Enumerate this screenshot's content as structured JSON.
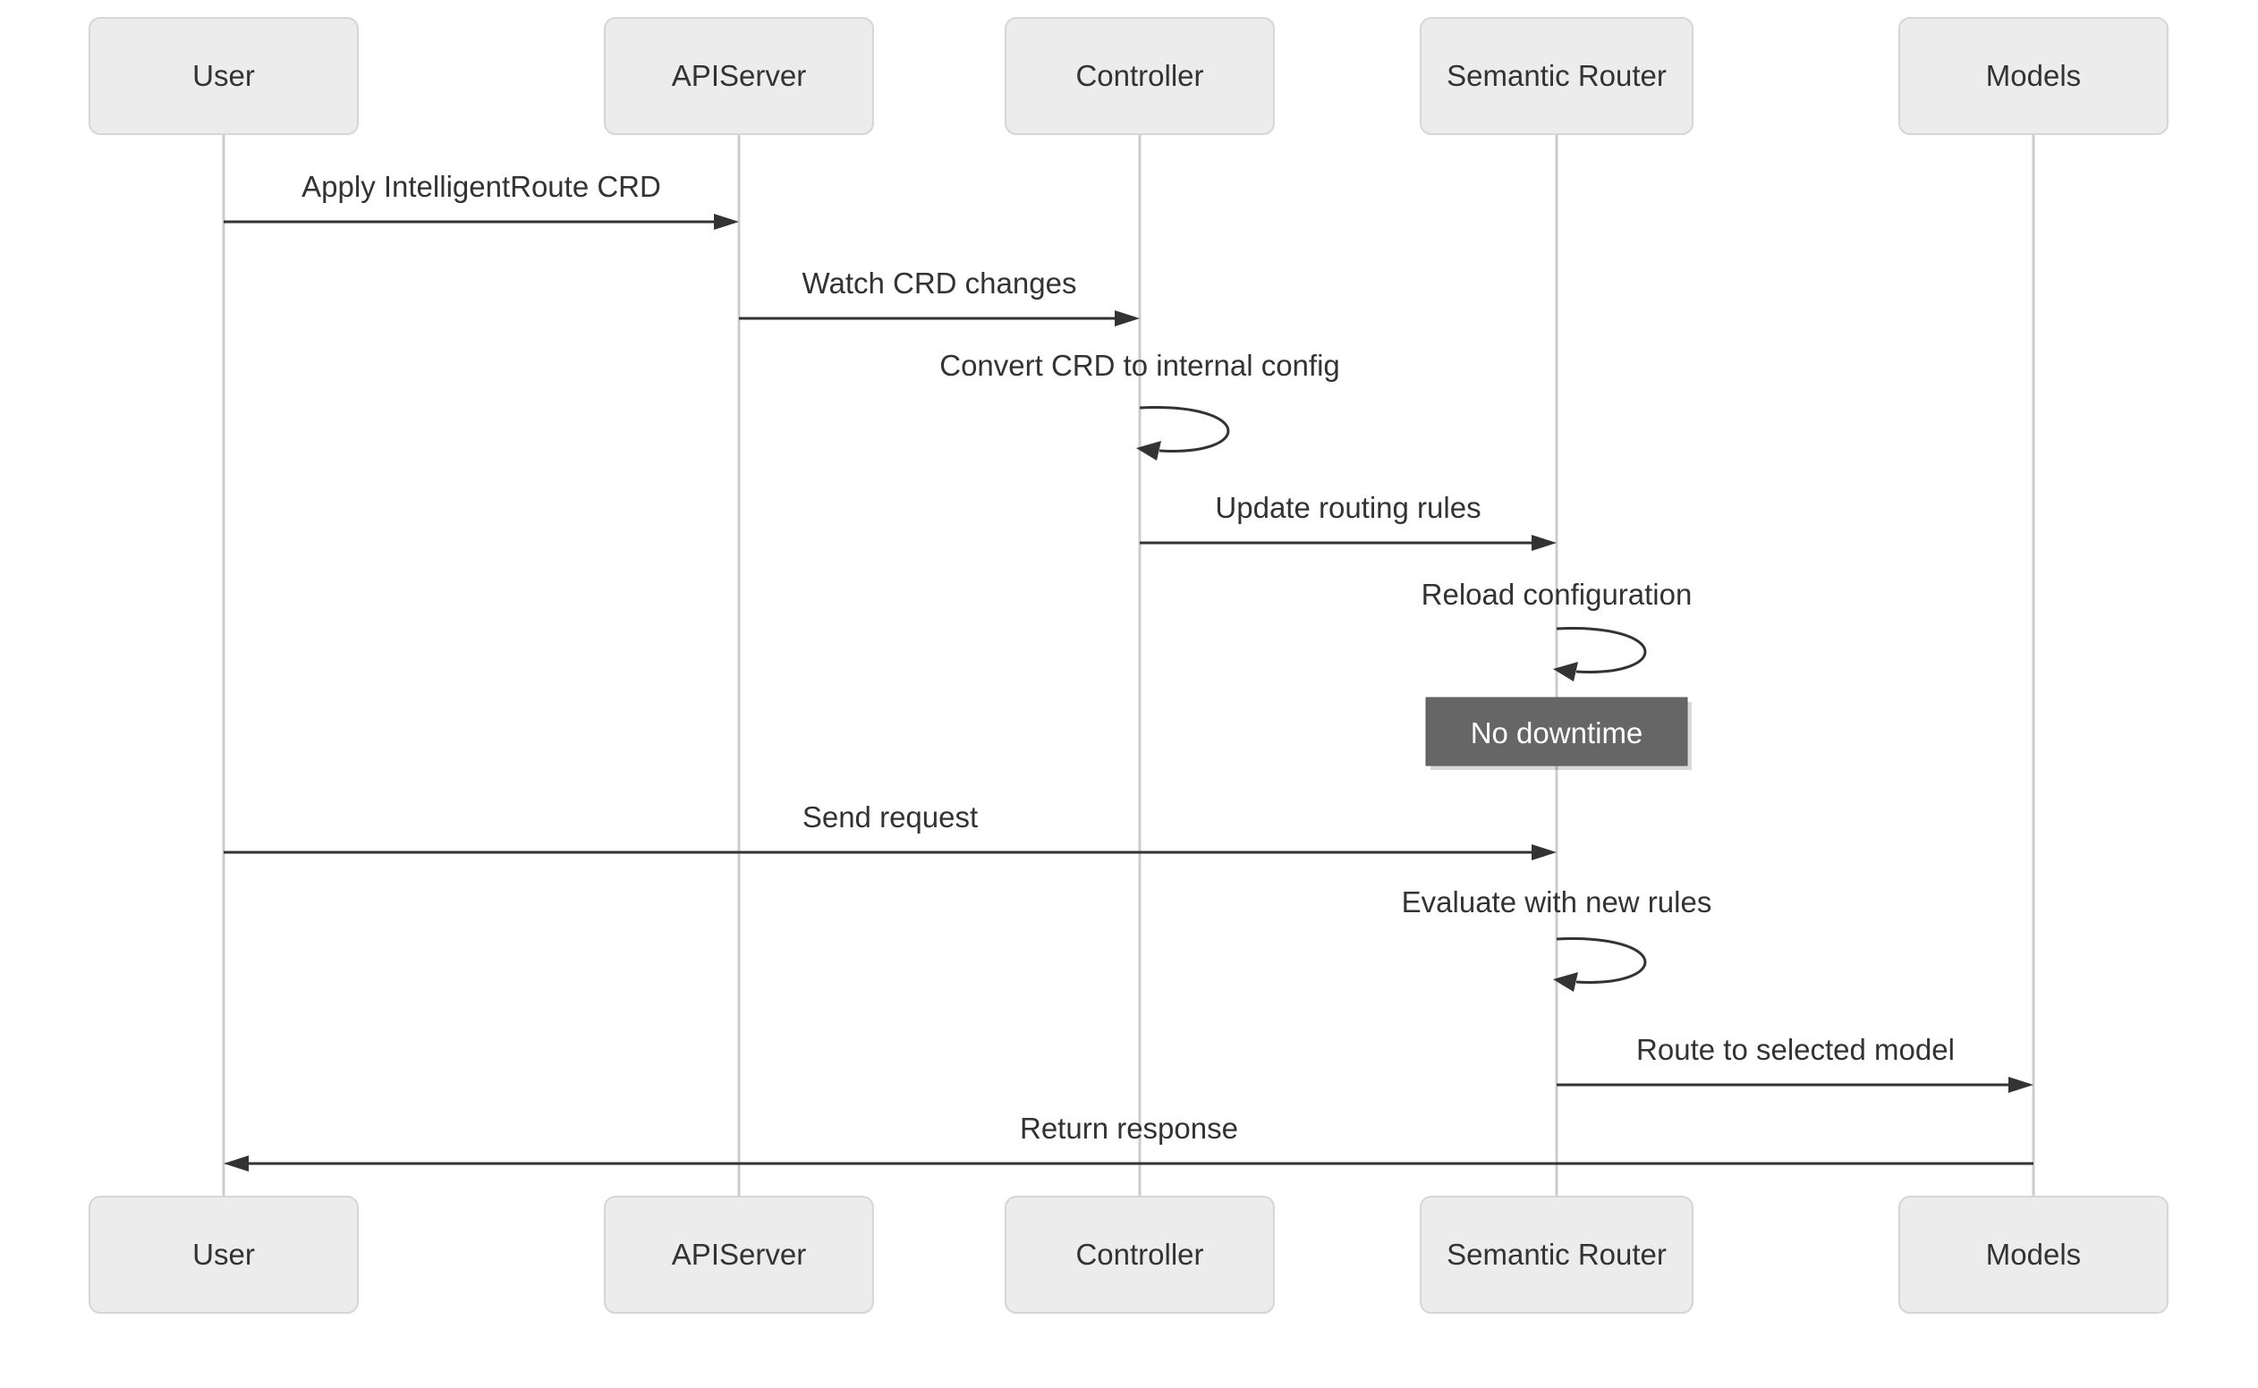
{
  "diagram_type": "sequence-diagram",
  "colors": {
    "background": "#ffffff",
    "actor_fill": "#ececec",
    "actor_border": "#d6d6d6",
    "actor_text": "#333333",
    "lifeline": "#cccccc",
    "message_line": "#333333",
    "message_text": "#333333",
    "note_fill": "#666666",
    "note_border": "#5b5b5b",
    "note_text": "#ffffff"
  },
  "participants": [
    {
      "id": "user",
      "label": "User"
    },
    {
      "id": "apiserver",
      "label": "APIServer"
    },
    {
      "id": "controller",
      "label": "Controller"
    },
    {
      "id": "semantic-router",
      "label": "Semantic Router"
    },
    {
      "id": "models",
      "label": "Models"
    }
  ],
  "messages": [
    {
      "from": "User",
      "to": "APIServer",
      "kind": "arrow",
      "label": "Apply IntelligentRoute CRD"
    },
    {
      "from": "APIServer",
      "to": "Controller",
      "kind": "arrow",
      "label": "Watch CRD changes"
    },
    {
      "from": "Controller",
      "to": "Controller",
      "kind": "self",
      "label": "Convert CRD to internal config"
    },
    {
      "from": "Controller",
      "to": "Semantic Router",
      "kind": "arrow",
      "label": "Update routing rules"
    },
    {
      "from": "Semantic Router",
      "to": "Semantic Router",
      "kind": "self",
      "label": "Reload configuration"
    },
    {
      "from": "User",
      "to": "Semantic Router",
      "kind": "arrow",
      "label": "Send request"
    },
    {
      "from": "Semantic Router",
      "to": "Semantic Router",
      "kind": "self",
      "label": "Evaluate with new rules"
    },
    {
      "from": "Semantic Router",
      "to": "Models",
      "kind": "arrow",
      "label": "Route to selected model"
    },
    {
      "from": "Models",
      "to": "User",
      "kind": "arrow",
      "label": "Return response"
    }
  ],
  "notes": [
    {
      "over": "Semantic Router",
      "label": "No downtime"
    }
  ]
}
